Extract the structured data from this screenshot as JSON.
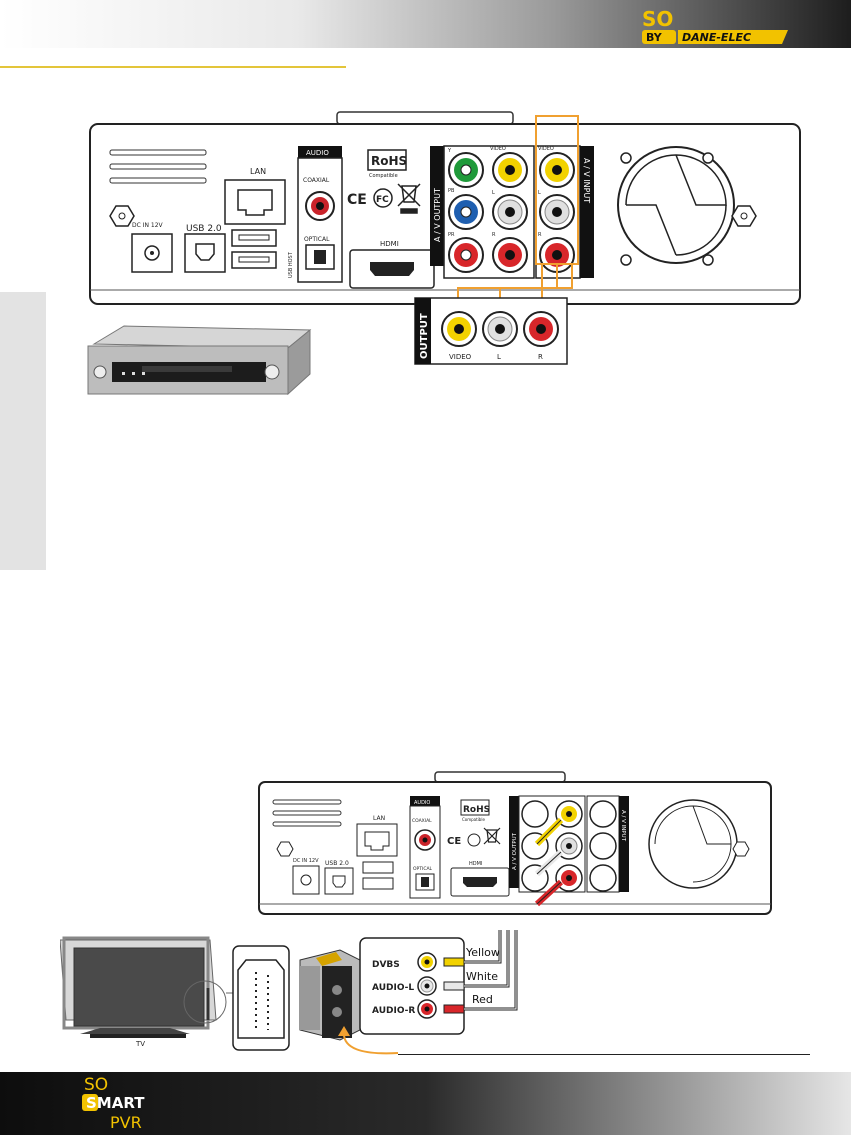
{
  "brand": {
    "top_logo_main": "SO",
    "top_logo_by": "BY",
    "top_logo_maker": "DANE-ELEC",
    "bottom_logo_line1": "SO",
    "bottom_logo_line2": "SMART",
    "bottom_logo_line3": "PVR"
  },
  "panel1": {
    "lan": "LAN",
    "usb": "USB 2.0",
    "usb_host": "USB HOST",
    "dc_in": "DC IN 12V",
    "audio": "AUDIO",
    "coaxial": "COAXIAL",
    "optical": "OPTICAL",
    "hdmi": "HDMI",
    "rohs": "RoHS",
    "compatible": "Compatible",
    "ce": "CE",
    "fc": "FC",
    "av_output": "A / V OUTPUT",
    "av_input": "A / V INPUT",
    "y": "Y",
    "pb": "PB",
    "pr": "PR",
    "video": "VIDEO",
    "l": "L",
    "r": "R"
  },
  "output_box": {
    "title": "OUTPUT",
    "video": "VIDEO",
    "l": "L",
    "r": "R"
  },
  "panel2": {
    "lan": "LAN",
    "usb": "USB 2.0",
    "dc_in": "DC IN 12V",
    "audio": "AUDIO",
    "coaxial": "COAXIAL",
    "optical": "OPTICAL",
    "hdmi": "HDMI",
    "rohs": "RoHS",
    "compatible": "Compatible",
    "av_output": "A / V OUTPUT",
    "av_input": "A / V INPUT"
  },
  "connection": {
    "tv_label": "TV",
    "jack_dvbs": "DVBS",
    "jack_audio_l": "AUDIO-L",
    "jack_audio_r": "AUDIO-R",
    "cable_yellow": "Yellow",
    "cable_white": "White",
    "cable_red": "Red"
  },
  "colors": {
    "accent": "#e3c53a",
    "cable_orange": "#f0a030",
    "rca_yellow": "#f2d200",
    "rca_white": "#e8e8e8",
    "rca_red": "#d8262a",
    "rca_green": "#1f9a3a",
    "rca_blue": "#1f5fb0"
  }
}
